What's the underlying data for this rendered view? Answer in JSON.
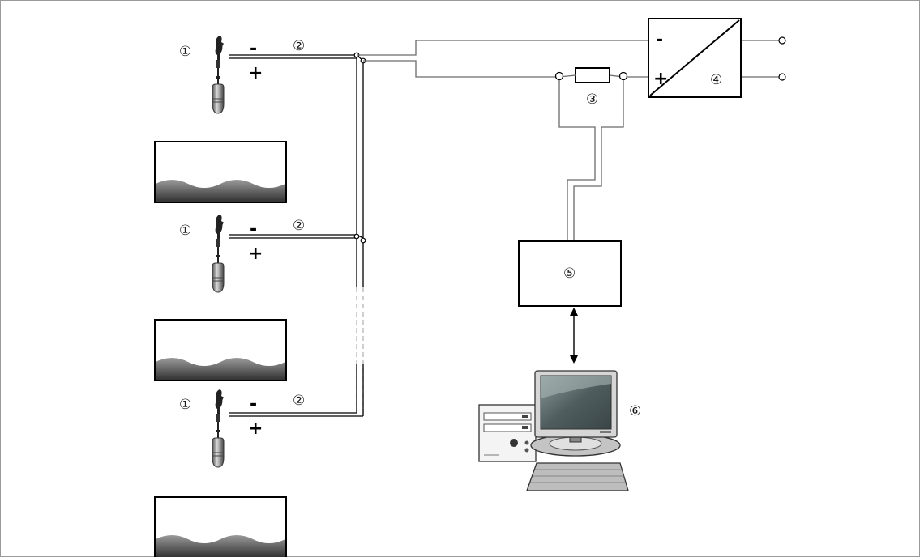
{
  "diagram": {
    "callouts": {
      "sensor": "①",
      "cable": "②",
      "resistor": "③",
      "power_supply": "④",
      "interface": "⑤",
      "computer": "⑥"
    },
    "polarity": {
      "minus": "-",
      "plus": "+"
    }
  }
}
